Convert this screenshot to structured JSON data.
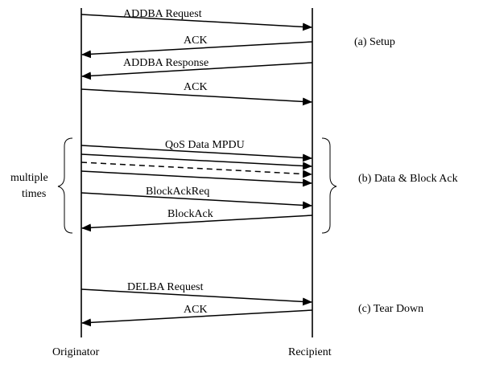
{
  "messages": {
    "addba_request": "ADDBA  Request",
    "ack_1": "ACK",
    "addba_response": "ADDBA  Response",
    "ack_2": "ACK",
    "qos_data": "QoS Data MPDU",
    "blockackreq": "BlockAckReq",
    "blockack": "BlockAck",
    "delba_request": "DELBA Request",
    "ack_3": "ACK"
  },
  "phases": {
    "setup": "(a) Setup",
    "data_block_ack": "(b) Data & Block Ack",
    "tear_down": "(c) Tear Down"
  },
  "repeat_note": {
    "line1": "multiple",
    "line2": "times"
  },
  "participants": {
    "originator": "Originator",
    "recipient": "Recipient"
  }
}
